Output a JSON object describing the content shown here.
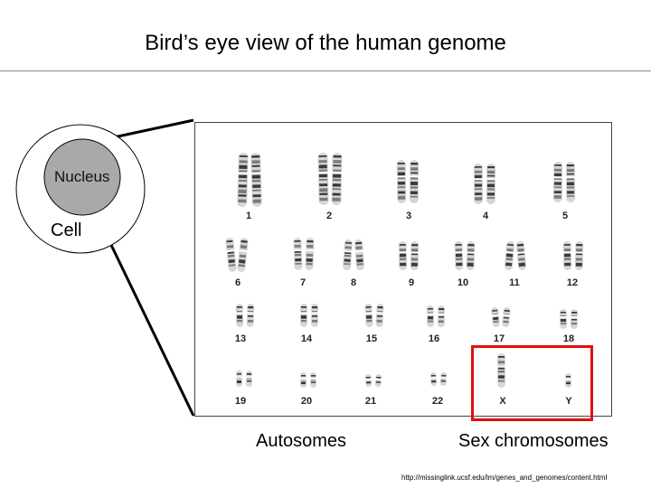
{
  "title": "Bird’s eye view of the human genome",
  "cell": {
    "nucleus_label": "Nucleus",
    "cell_label": "Cell",
    "colors": {
      "nucleus_fill": "#a9a9a9",
      "outline": "#000000"
    }
  },
  "karyotype": {
    "chromosomes": [
      {
        "label": "1"
      },
      {
        "label": "2"
      },
      {
        "label": "3"
      },
      {
        "label": "4"
      },
      {
        "label": "5"
      },
      {
        "label": "6"
      },
      {
        "label": "7"
      },
      {
        "label": "8"
      },
      {
        "label": "9"
      },
      {
        "label": "10"
      },
      {
        "label": "11"
      },
      {
        "label": "12"
      },
      {
        "label": "13"
      },
      {
        "label": "14"
      },
      {
        "label": "15"
      },
      {
        "label": "16"
      },
      {
        "label": "17"
      },
      {
        "label": "18"
      },
      {
        "label": "19"
      },
      {
        "label": "20"
      },
      {
        "label": "21"
      },
      {
        "label": "22"
      },
      {
        "label": "X"
      },
      {
        "label": "Y"
      }
    ],
    "highlight_color": "#e01010"
  },
  "labels": {
    "autosomes": "Autosomes",
    "sex_chromosomes": "Sex chromosomes"
  },
  "source_url": "http://missinglink.ucsf.edu/lm/genes_and_genomes/content.html"
}
